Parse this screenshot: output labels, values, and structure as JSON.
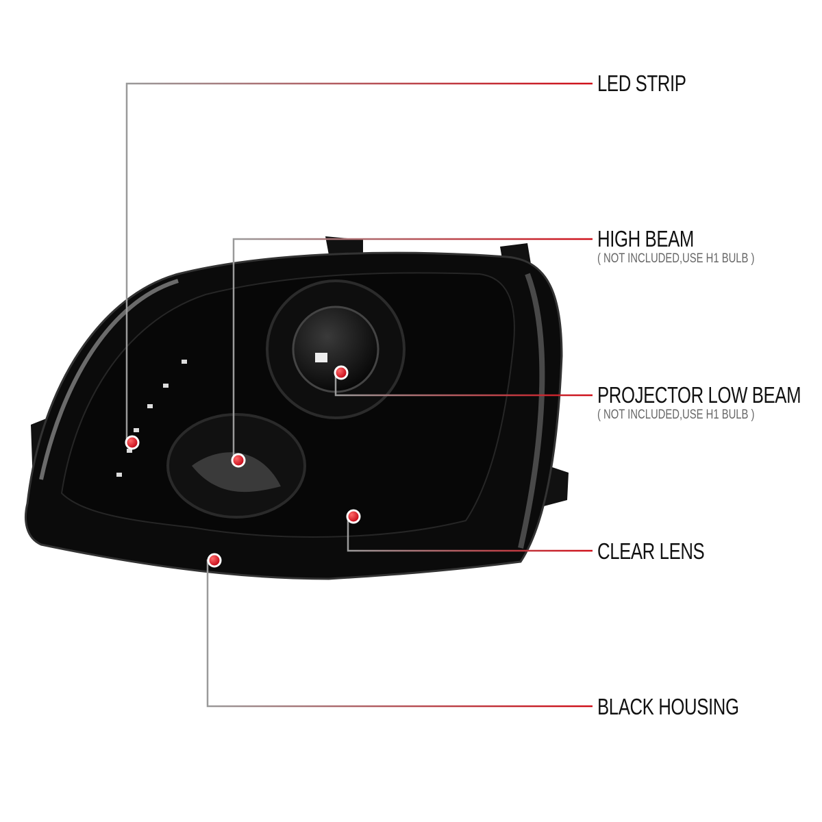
{
  "callouts": [
    {
      "id": "led-strip",
      "title": "LED STRIP"
    },
    {
      "id": "high-beam",
      "title": "HIGH BEAM",
      "note": "( NOT INCLUDED,USE  H1  BULB )"
    },
    {
      "id": "projector-low-beam",
      "title": "PROJECTOR LOW BEAM",
      "note": "( NOT INCLUDED,USE  H1  BULB )"
    },
    {
      "id": "clear-lens",
      "title": "CLEAR LENS"
    },
    {
      "id": "black-housing",
      "title": "BLACK HOUSING"
    }
  ],
  "colors": {
    "line_start": "#9a9a9a",
    "line_end": "#d0101a",
    "dot": "#e0101a"
  }
}
